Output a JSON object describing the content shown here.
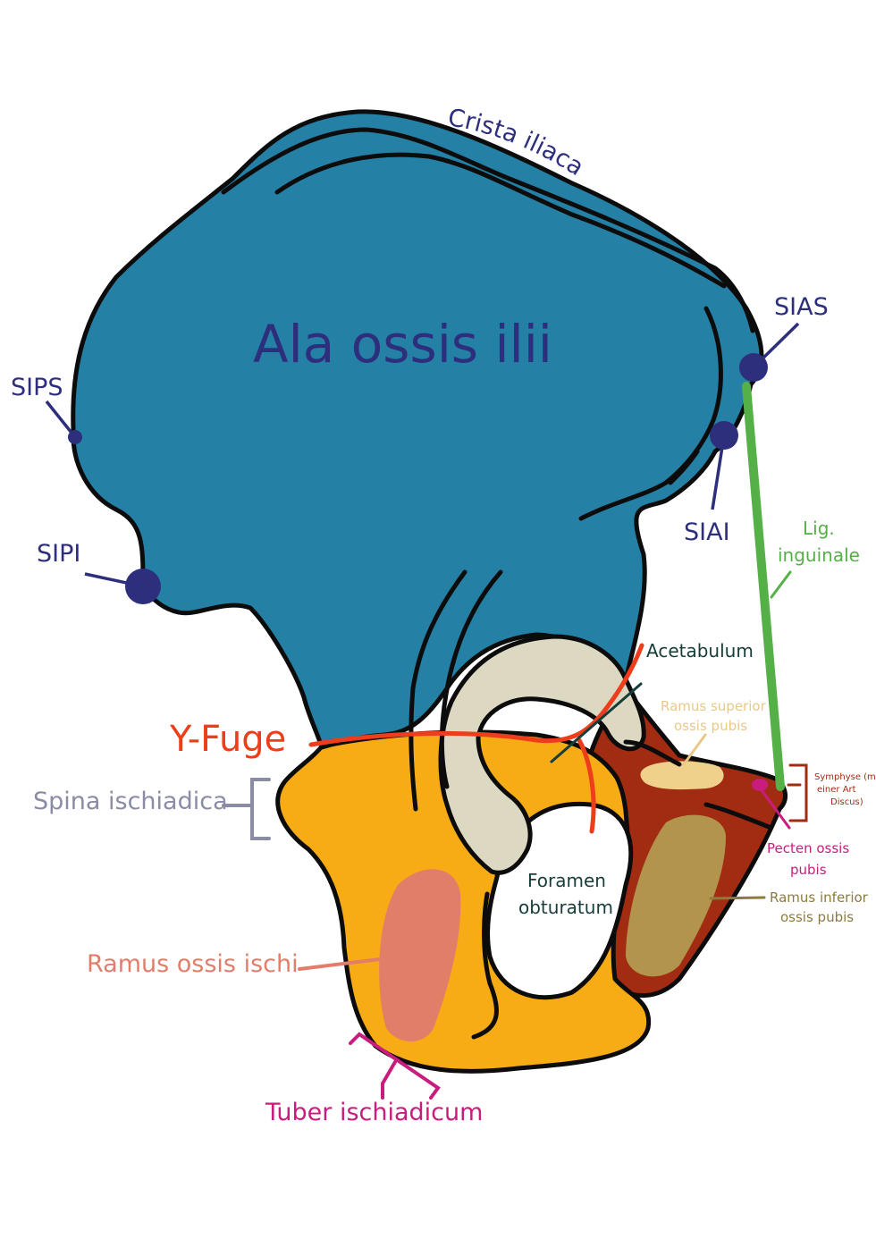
{
  "colors": {
    "ilium": "#2580a5",
    "ischium": "#f7ab14",
    "pubis": "#a12c12",
    "acetabulum": "#ddd8c2",
    "ramus_ischii_patch": "#e07e6a",
    "ramus_inferior_patch": "#b3944d",
    "ramus_superior_patch": "#efd18b",
    "outline": "#0c0c0c",
    "navy": "#2d2f7d",
    "y_fuge": "#ee3d1b",
    "ligament": "#55b047",
    "dark_teal": "#163d3a",
    "grey_label": "#8a8ca6",
    "salmon_label": "#e07e6a",
    "magenta": "#c81d7e",
    "olive_label": "#8d7b3c",
    "tan_label": "#e7c98a",
    "symphyse_red": "#a12c12"
  },
  "labels": {
    "ala_ossis_ilii": "Ala ossis ilii",
    "crista_iliaca": "Crista iliaca",
    "sias": "SIAS",
    "siai": "SIAI",
    "sips": "SIPS",
    "sipi": "SIPI",
    "lig_inguinale_1": "Lig.",
    "lig_inguinale_2": "inguinale",
    "acetabulum": "Acetabulum",
    "ramus_superior_1": "Ramus superior",
    "ramus_superior_2": "ossis pubis",
    "y_fuge": "Y-Fuge",
    "spina_ischiadica": "Spina ischiadica",
    "symphyse_1": "Symphyse (mit",
    "symphyse_2": "einer Art",
    "symphyse_3": "Discus)",
    "pecten_1": "Pecten ossis",
    "pecten_2": "pubis",
    "foramen_1": "Foramen",
    "foramen_2": "obturatum",
    "ramus_inferior_1": "Ramus inferior",
    "ramus_inferior_2": "ossis pubis",
    "ramus_ischii": "Ramus ossis ischi",
    "tuber_ischiadicum": "Tuber ischiadicum"
  }
}
